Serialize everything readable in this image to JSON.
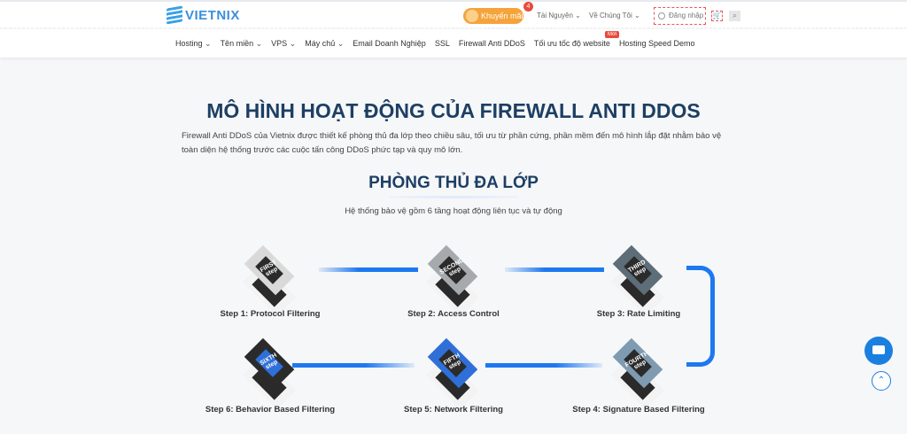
{
  "header": {
    "logo": "VIETNIX",
    "promo": "Khuyến mãi",
    "promo_count": "4",
    "resources": "Tài Nguyên",
    "about": "Về Chúng Tôi",
    "login": "Đăng nhập"
  },
  "nav": {
    "items": [
      {
        "label": "Hosting",
        "dropdown": true
      },
      {
        "label": "Tên miền",
        "dropdown": true
      },
      {
        "label": "VPS",
        "dropdown": true
      },
      {
        "label": "Máy chủ",
        "dropdown": true
      },
      {
        "label": "Email Doanh Nghiệp"
      },
      {
        "label": "SSL"
      },
      {
        "label": "Firewall Anti DDoS"
      },
      {
        "label": "Tối ưu tốc độ website"
      },
      {
        "label": "Hosting Speed Demo"
      }
    ],
    "new_badge": "Mới"
  },
  "main": {
    "title": "MÔ HÌNH HOẠT ĐỘNG CỦA FIREWALL ANTI DDOS",
    "description": "Firewall Anti DDoS của Vietnix được thiết kế phòng thủ đa lớp theo chiều sâu, tối ưu từ phần cứng, phần mềm đến mô hình lắp đặt nhằm bảo vệ toàn diện hệ thống trước các cuộc tấn công DDoS phức tạp và quy mô lớn.",
    "subtitle": "PHÒNG THỦ ĐA LỚP",
    "subdesc": "Hệ thống bảo vệ gồm 6 tầng hoạt động liên tục và tự động"
  },
  "steps": [
    {
      "label": "Step 1: Protocol Filtering",
      "chip": "FIRST step",
      "color": "#d9d9d9",
      "inner": "#2b2b2b"
    },
    {
      "label": "Step 2: Access Control",
      "chip": "SECOND step",
      "color": "#a7aaad",
      "inner": "#2b2b2b"
    },
    {
      "label": "Step 3: Rate Limiting",
      "chip": "THIRD step",
      "color": "#5d6e78",
      "inner": "#2b2b2b"
    },
    {
      "label": "Step 4: Signature Based Filtering",
      "chip": "FOURTH step",
      "color": "#7f9bb2",
      "inner": "#2b2b2b"
    },
    {
      "label": "Step 5: Network Filtering",
      "chip": "FIFTH step",
      "color": "#2f6fd8",
      "inner": "#2b2b2b"
    },
    {
      "label": "Step 6: Behavior Based Filtering",
      "chip": "SIXTH step",
      "color": "#2b2b2b",
      "inner": "#2f6fd8"
    }
  ]
}
